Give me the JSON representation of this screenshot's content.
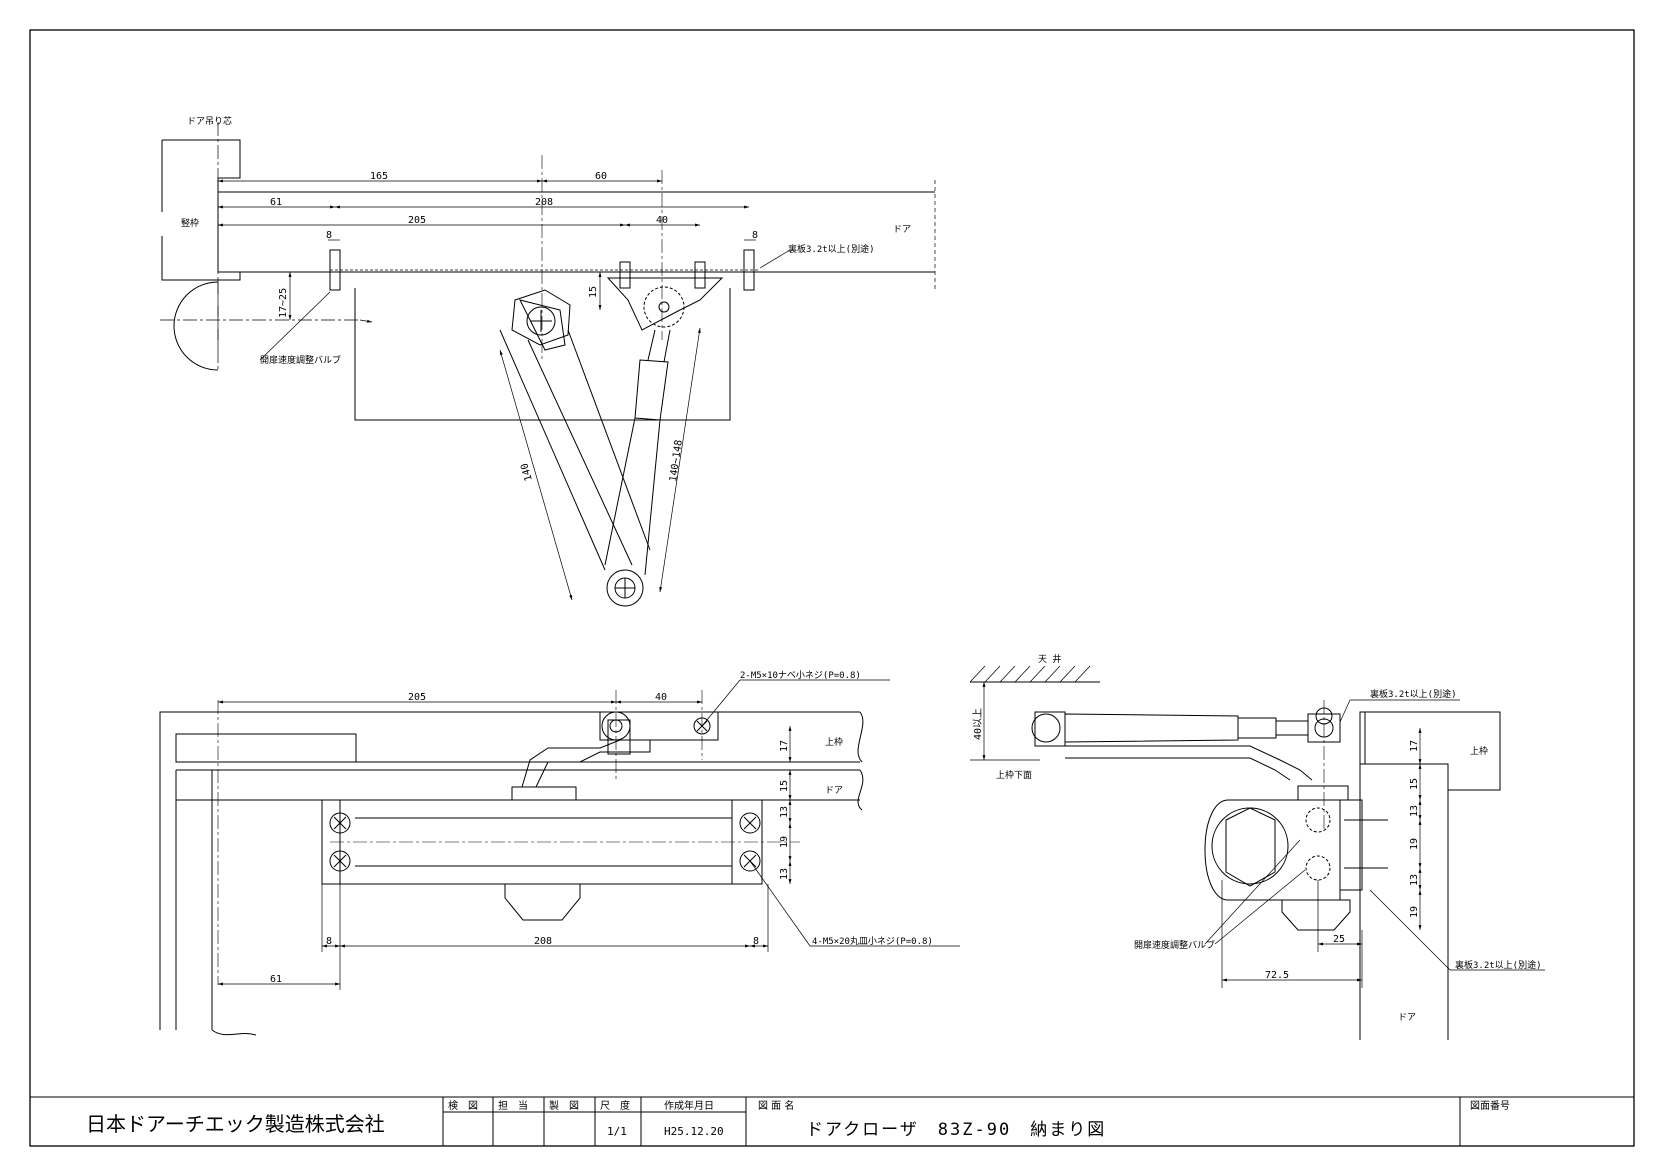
{
  "title_block": {
    "company": "日本ドアーチエック製造株式会社",
    "headers": {
      "inspect": "検　図",
      "charge": "担　当",
      "drawn": "製　図",
      "scale": "尺　度",
      "date": "作成年月日",
      "drawing_name": "図 面 名",
      "drawing_number": "図面番号"
    },
    "scale": "1/1",
    "date": "H25.12.20",
    "drawing_title": "ドアクローザ　83Z-90　納まり図"
  },
  "plan_view": {
    "labels": {
      "hinge_center": "ドア吊り芯",
      "frame": "竪枠",
      "door": "ドア",
      "backing": "裏板3.2t以上(別途)",
      "valve": "開扉速度調整バルブ"
    },
    "dims": {
      "d165": "165",
      "d60": "60",
      "d61": "61",
      "d208": "208",
      "d205": "205",
      "d40": "40",
      "d8a": "8",
      "d8b": "8",
      "d15": "15",
      "d1725": "17~25",
      "d140": "140",
      "d140148": "140~148"
    }
  },
  "front_view": {
    "labels": {
      "top_frame": "上枠",
      "door": "ドア",
      "screw2": "2-M5×10ナベ小ネジ(P=0.8)",
      "screw4": "4-M5×20丸皿小ネジ(P=0.8)"
    },
    "dims": {
      "d205": "205",
      "d40": "40",
      "d17": "17",
      "d15": "15",
      "d13a": "13",
      "d19": "19",
      "d13b": "13",
      "d8a": "8",
      "d208": "208",
      "d8b": "8",
      "d61": "61"
    }
  },
  "side_view": {
    "labels": {
      "ceiling": "天 井",
      "frame_bottom": "上枠下面",
      "top_frame": "上枠",
      "door": "ドア",
      "backing_top": "裏板3.2t以上(別途)",
      "backing_bottom": "裏板3.2t以上(別途)",
      "valve": "開扉速度調整バルブ"
    },
    "dims": {
      "d40": "40以上",
      "d17": "17",
      "d15": "15",
      "d13a": "13",
      "d19a": "19",
      "d13b": "13",
      "d19b": "19",
      "d25": "25",
      "d725": "72.5"
    }
  }
}
